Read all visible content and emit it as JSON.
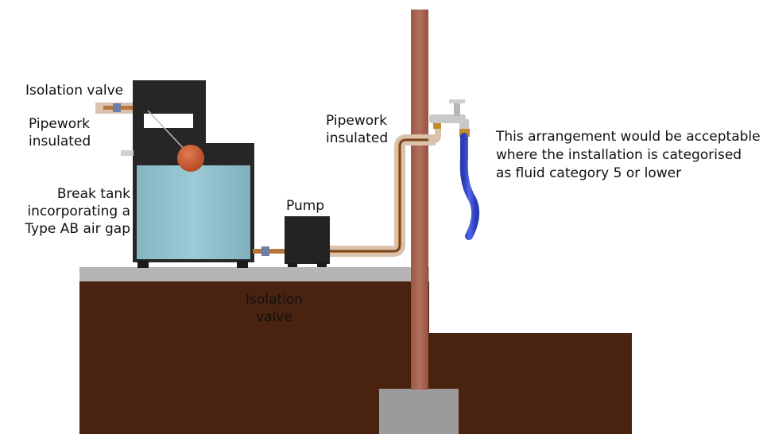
{
  "labels": {
    "isolation_valve_top": "Isolation valve",
    "pipework_left": [
      "Pipework",
      "insulated"
    ],
    "break_tank": [
      "Break tank",
      "incorporating a",
      "Type AB air gap"
    ],
    "pump": "Pump",
    "isolation_valve_bottom": [
      "Isolation",
      "valve"
    ],
    "pipework_right": [
      "Pipework",
      "insulated"
    ],
    "note": [
      "This arrangement would be acceptable",
      "where the installation is categorised",
      "as fluid category 5 or lower"
    ]
  },
  "colors": {
    "ground": "#4a2310",
    "slab": "#b5b5b5",
    "post": "#a9634f",
    "footing": "#9b9b9b",
    "tank_water": "#8fbfcc",
    "tank_body": "#222222",
    "float_ball": "#c8552c",
    "pipe_copper": "#b8753c",
    "insulation": "#d9c3ae",
    "hose": "#3a4fd8",
    "tap": "#c9c9c9"
  }
}
